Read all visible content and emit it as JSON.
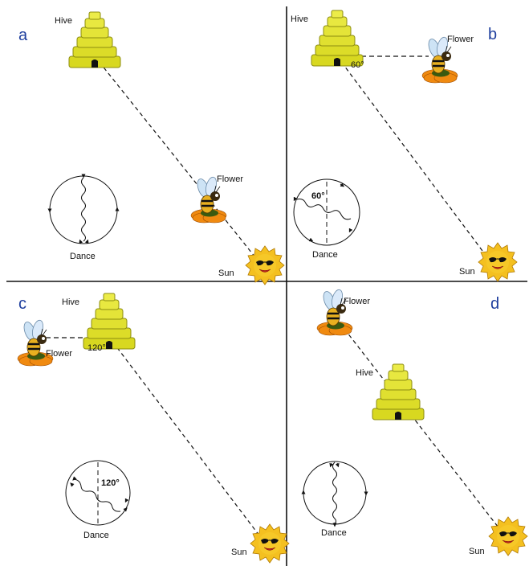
{
  "panels": [
    {
      "letter": "a",
      "hive": "Hive",
      "flower": "Flower",
      "sun": "Sun",
      "dance": "Dance",
      "angle": "",
      "dance_angle": ""
    },
    {
      "letter": "b",
      "hive": "Hive",
      "flower": "Flower",
      "sun": "Sun",
      "dance": "Dance",
      "angle": "60°",
      "dance_angle": "60°"
    },
    {
      "letter": "c",
      "hive": "Hive",
      "flower": "Flower",
      "sun": "Sun",
      "dance": "Dance",
      "angle": "120°",
      "dance_angle": "120°"
    },
    {
      "letter": "d",
      "hive": "Hive",
      "flower": "Flower",
      "sun": "Sun",
      "dance": "Dance",
      "angle": "",
      "dance_angle": ""
    }
  ],
  "colors": {
    "hive": "#d8d820",
    "hive_dark": "#8c8c10",
    "flower_petal": "#f08a10",
    "flower_center": "#3a5a10",
    "sun": "#f4c020",
    "bee_body": "#e8b020",
    "letter": "#1f3f9e"
  },
  "icons": [
    "beehive-icon",
    "bee-on-flower-icon",
    "sun-icon"
  ]
}
